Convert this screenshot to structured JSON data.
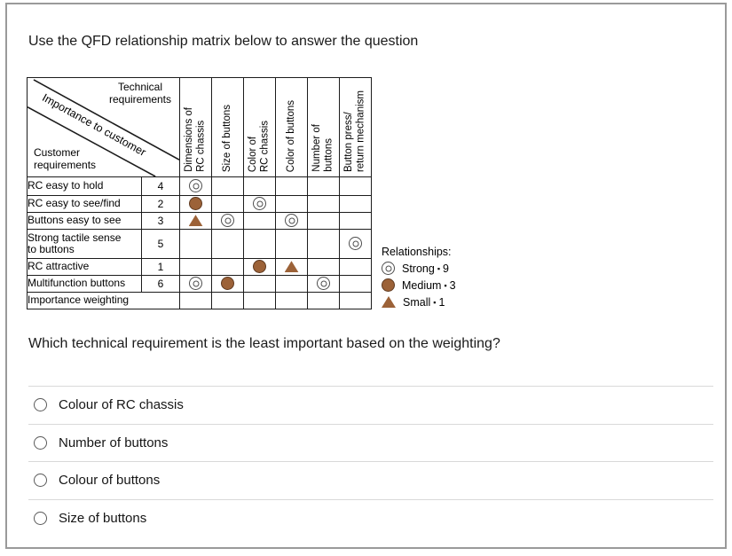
{
  "page": {
    "instruction": "Use the QFD relationship matrix below to answer the question"
  },
  "matrix": {
    "corner": {
      "top_label": "Technical\nrequirements",
      "diagonal_label": "Importance to customer",
      "bottom_label": "Customer\nrequirements"
    },
    "columns": [
      "Dimensions of\nRC chassis",
      "Size of buttons",
      "Color of\nRC chassis",
      "Color of buttons",
      "Number of\nbuttons",
      "Button press/\nreturn mechanism"
    ],
    "rows": [
      {
        "label": "RC easy to hold",
        "importance": "4",
        "cells": [
          "strong",
          "",
          "",
          "",
          "",
          ""
        ]
      },
      {
        "label": "RC easy to see/find",
        "importance": "2",
        "cells": [
          "medium",
          "",
          "strong",
          "",
          "",
          ""
        ]
      },
      {
        "label": "Buttons easy to see",
        "importance": "3",
        "cells": [
          "small",
          "strong",
          "",
          "strong",
          "",
          ""
        ]
      },
      {
        "label": "Strong tactile sense\nto buttons",
        "importance": "5",
        "cells": [
          "",
          "",
          "",
          "",
          "",
          "strong"
        ]
      },
      {
        "label": "RC attractive",
        "importance": "1",
        "cells": [
          "",
          "",
          "medium",
          "small",
          "",
          ""
        ]
      },
      {
        "label": "Multifunction buttons",
        "importance": "6",
        "cells": [
          "strong",
          "medium",
          "",
          "",
          "strong",
          ""
        ]
      }
    ],
    "footer_label": "Importance weighting"
  },
  "legend": {
    "title": "Relationships:",
    "sep": "▪",
    "items": [
      {
        "symbol": "strong",
        "label": "Strong",
        "value": "9"
      },
      {
        "symbol": "medium",
        "label": "Medium",
        "value": "3"
      },
      {
        "symbol": "small",
        "label": "Small",
        "value": "1"
      }
    ]
  },
  "question": {
    "text": "Which technical requirement is the least important based on the weighting?"
  },
  "options": [
    {
      "label": "Colour of RC chassis"
    },
    {
      "label": "Number of buttons"
    },
    {
      "label": "Colour of buttons"
    },
    {
      "label": "Size of buttons"
    }
  ],
  "colors": {
    "symbol_brown": "#9c6238",
    "symbol_brown_border": "#5f3a20",
    "strong_ring": "#4d4d4d",
    "table_line": "#1c1c1c",
    "divider": "#d9d9d9",
    "frame_border": "#9a9a9a"
  }
}
